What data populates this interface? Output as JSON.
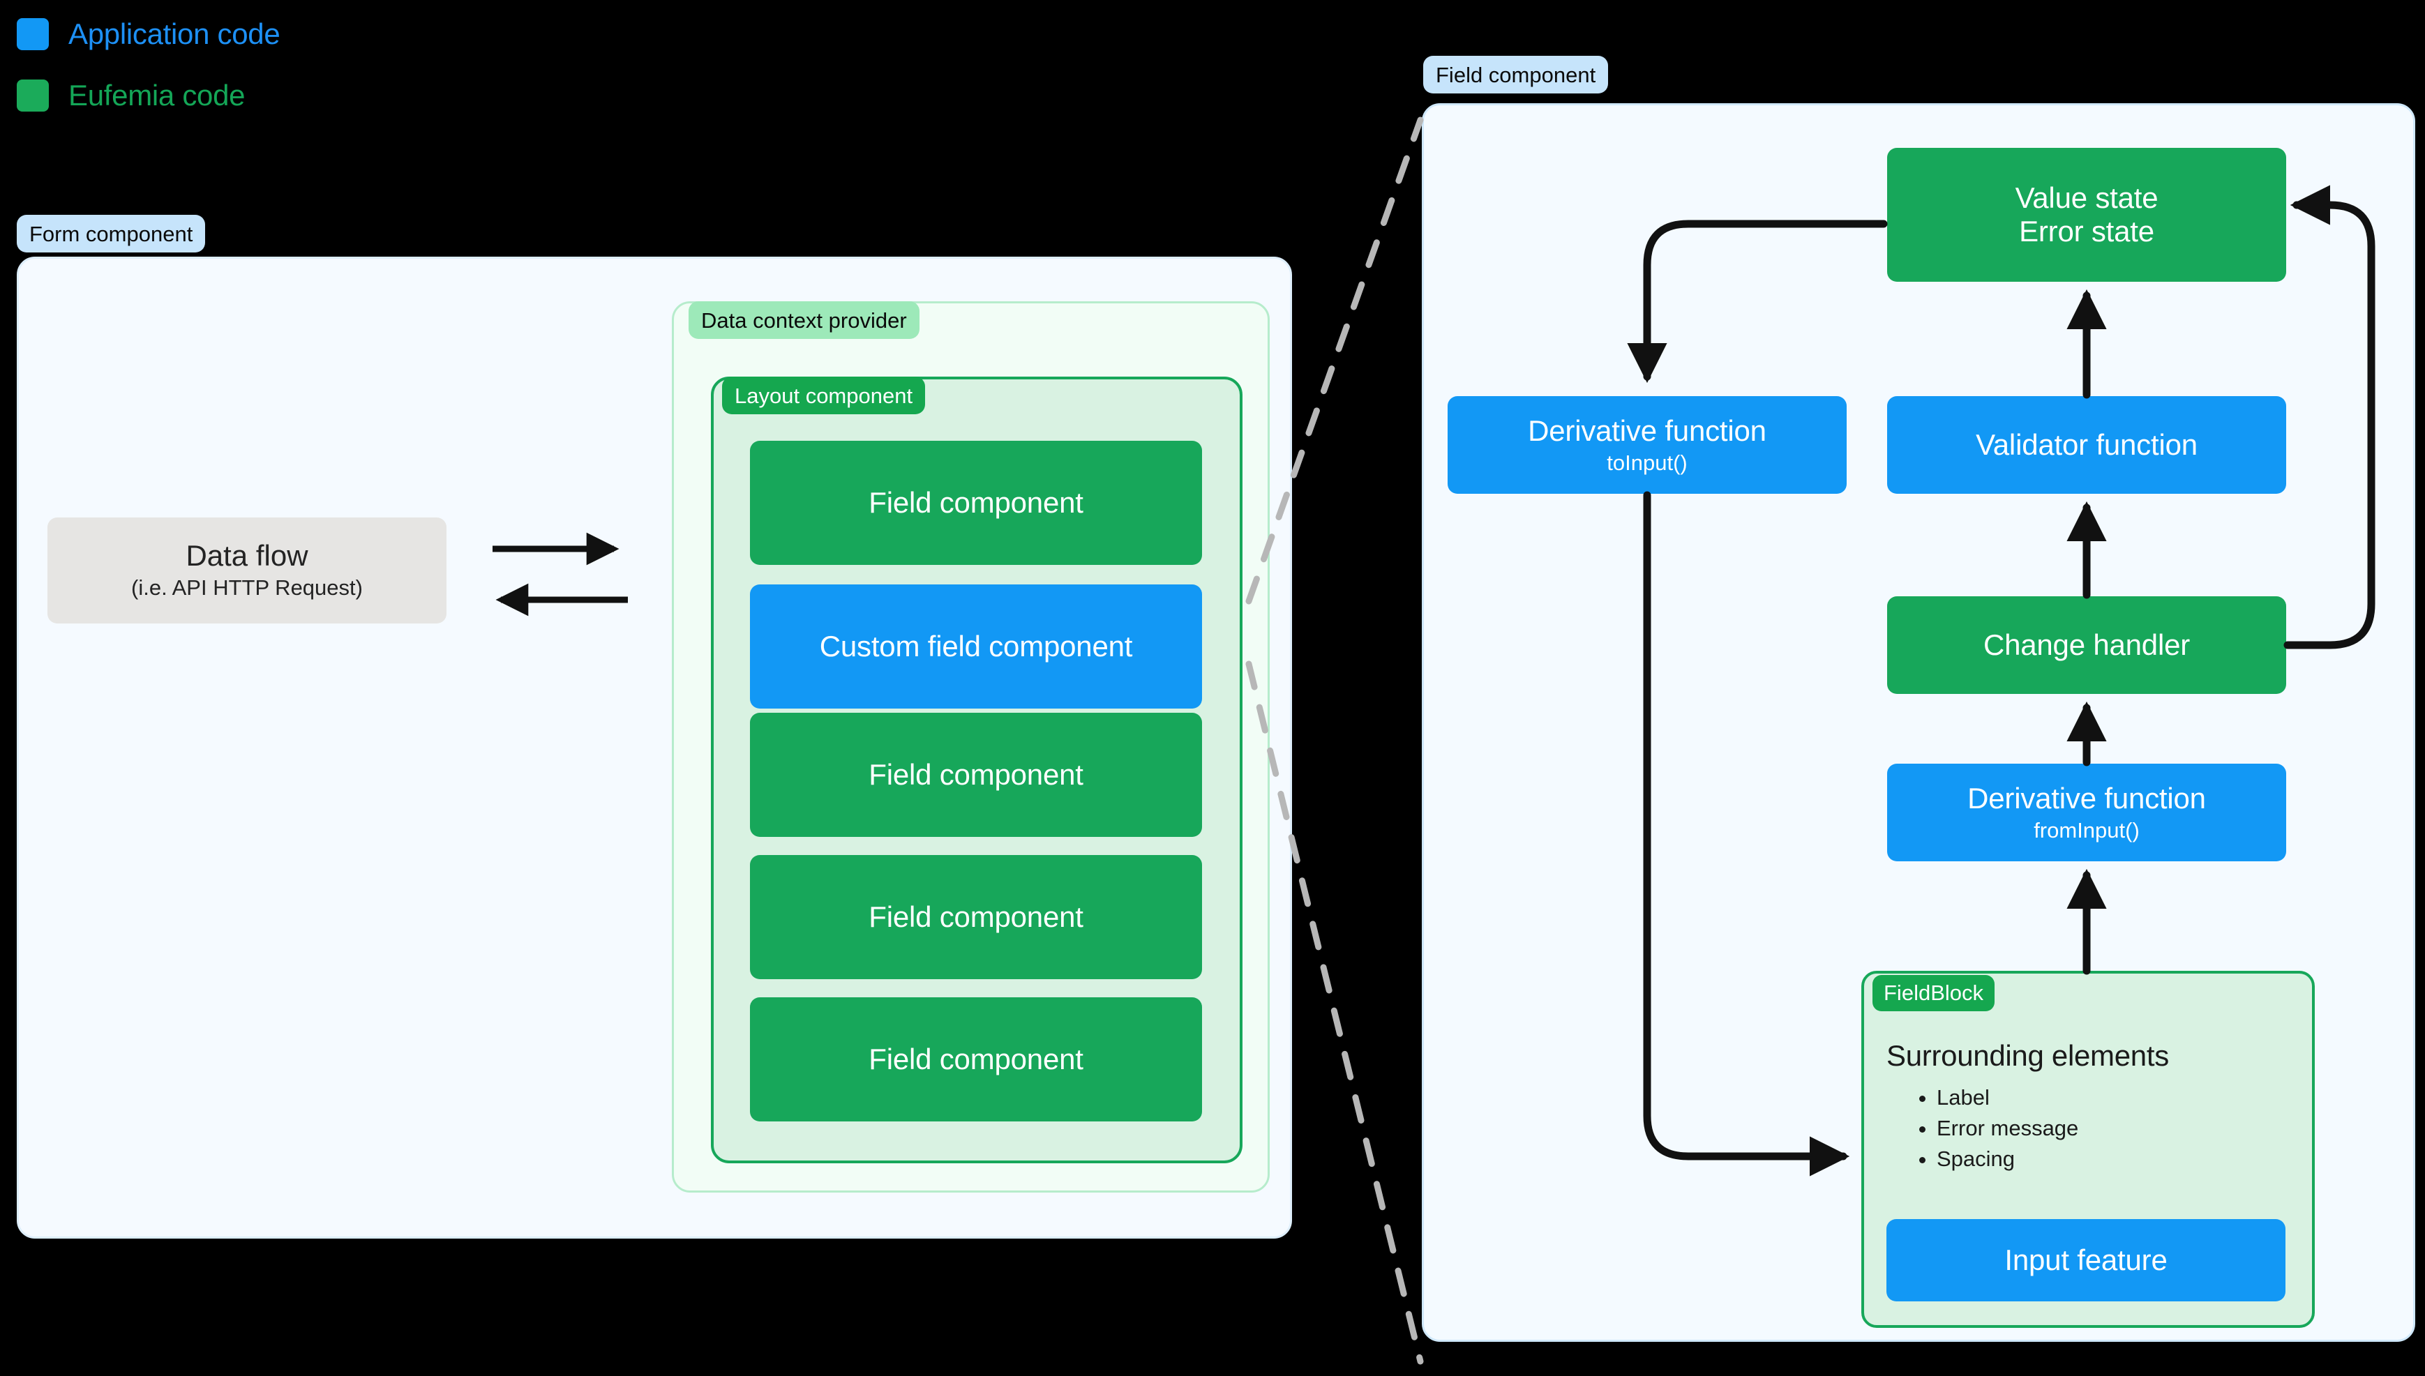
{
  "legend": {
    "items": [
      {
        "label": "Application code",
        "color": "#1d90f5",
        "swatch": "#1298f5",
        "icon": "square-swatch-icon"
      },
      {
        "label": "Eufemia code",
        "color": "#14a657",
        "swatch": "#1bab5a",
        "icon": "square-swatch-icon"
      }
    ]
  },
  "form_panel": {
    "badge": "Form component",
    "data_flow": {
      "title": "Data flow",
      "subtitle": "(i.e. API HTTP Request)"
    },
    "arrows": {
      "outgoing": "arrow-right-icon",
      "incoming": "arrow-left-icon"
    },
    "data_context_provider": {
      "badge": "Data context provider",
      "layout_component": {
        "badge": "Layout component",
        "fields": [
          {
            "label": "Field component",
            "kind": "eufemia"
          },
          {
            "label": "Custom field component",
            "kind": "application"
          },
          {
            "label": "Field component",
            "kind": "eufemia"
          },
          {
            "label": "Field component",
            "kind": "eufemia"
          },
          {
            "label": "Field component",
            "kind": "eufemia"
          }
        ]
      }
    }
  },
  "field_panel": {
    "badge": "Field component",
    "nodes": {
      "value_state": {
        "line1": "Value state",
        "line2": "Error state",
        "kind": "eufemia"
      },
      "to_input": {
        "line1": "Derivative function",
        "line2": "toInput()",
        "kind": "application"
      },
      "validator": {
        "line1": "Validator function",
        "kind": "application"
      },
      "change_handler": {
        "line1": "Change handler",
        "kind": "eufemia"
      },
      "from_input": {
        "line1": "Derivative function",
        "line2": "fromInput()",
        "kind": "application"
      },
      "input_feature": {
        "line1": "Input feature",
        "kind": "application"
      }
    },
    "field_block": {
      "badge": "FieldBlock",
      "title": "Surrounding elements",
      "items": [
        "Label",
        "Error message",
        "Spacing"
      ]
    }
  },
  "colors": {
    "application": "#1298f5",
    "eufemia": "#17a75a",
    "panel_blue_bg": "#f4faff",
    "panel_blue_border": "#cfe8fb",
    "provider_bg": "#f2fdf6",
    "provider_border": "#b6eccc",
    "layout_bg": "#d9f2e2",
    "layout_border": "#17a75a",
    "badge_blue": "#c6e4fb",
    "badge_green_light": "#9de9b9",
    "badge_green_solid": "#15a74f",
    "data_flow_bg": "#e6e5e3",
    "arrow": "#111111",
    "dashed_connector": "#b7b7b7",
    "background": "#000000"
  }
}
